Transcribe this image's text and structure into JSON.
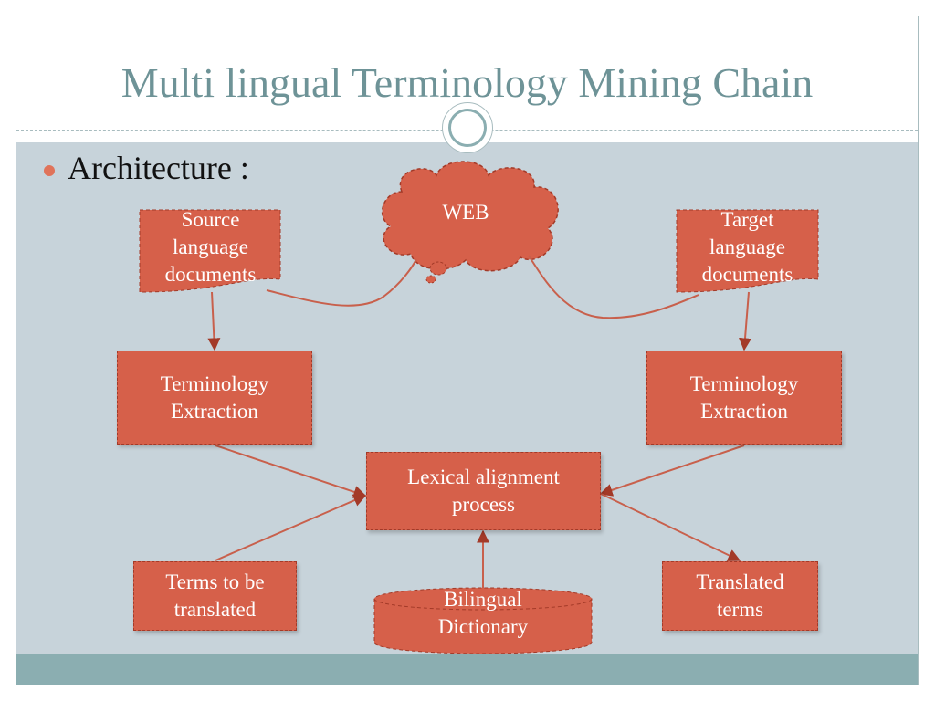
{
  "slide": {
    "title": "Multi lingual Terminology Mining Chain",
    "bullet": "Architecture :"
  },
  "colors": {
    "box_fill": "#d6604a",
    "box_border": "#a33a28",
    "title_color": "#6e9397",
    "content_bg": "#c7d3da",
    "footer_band": "#8baeb1",
    "bullet_dot": "#e0735a"
  },
  "diagram": {
    "web": "WEB",
    "source_docs": [
      "Source",
      "language",
      "documents"
    ],
    "target_docs": [
      "Target",
      "language",
      "documents"
    ],
    "extraction_left": [
      "Terminology",
      "Extraction"
    ],
    "extraction_right": [
      "Terminology",
      "Extraction"
    ],
    "lexical": [
      "Lexical alignment",
      "process"
    ],
    "terms_to_translate": [
      "Terms to be",
      "translated"
    ],
    "translated_terms": [
      "Translated",
      "terms"
    ],
    "dictionary": [
      "Bilingual",
      "Dictionary"
    ]
  }
}
